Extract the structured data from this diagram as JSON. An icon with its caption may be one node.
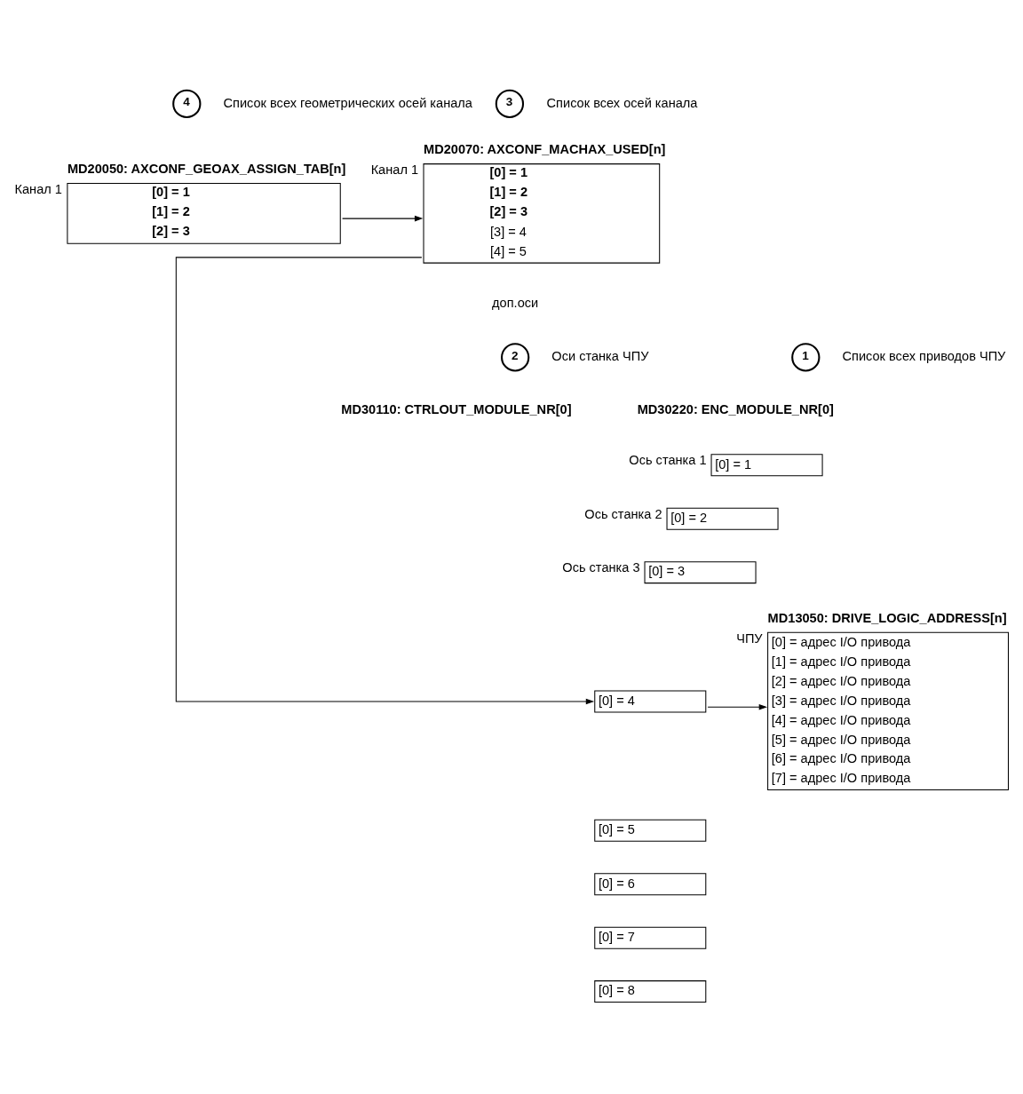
{
  "diagram": {
    "nodes": [
      {
        "text": [
          "4"
        ],
        "beside": [
          "Список всех геометрических осей канала"
        ]
      },
      {
        "text": [
          "[0] = 1",
          "[1] = 2",
          "[2] = 3"
        ],
        "beside": [
          "MD20050: AXCONF_GEOAX_ASSIGN_TAB[n]",
          "Канал 1"
        ]
      },
      {
        "text": [
          "3"
        ],
        "beside": [
          "Список всех осей канала"
        ]
      },
      {
        "text": [
          "[0] = 1",
          "[1] = 2",
          "[2] = 3",
          "[3] = 4",
          "[4] = 5"
        ],
        "beside": [
          "MD20070: AXCONF_MACHAX_USED[n]",
          "Канал 1"
        ]
      },
      {
        "text": [
          "2"
        ],
        "beside": [
          "Оси станка ЧПУ"
        ]
      },
      {
        "text": [
          "[0] = 1"
        ],
        "beside": [
          "Ось станка 1"
        ]
      },
      {
        "text": [
          "[0] = 2"
        ],
        "beside": [
          "Ось станка 2"
        ]
      },
      {
        "text": [
          "[0] = 3"
        ],
        "beside": [
          "Ось станка 3"
        ]
      },
      {
        "text": [
          "[0] = 4"
        ]
      },
      {
        "text": [
          "[0] = 5"
        ]
      },
      {
        "text": [
          "[0] = 6"
        ]
      },
      {
        "text": [
          "[0] = 7"
        ]
      },
      {
        "text": [
          "[0] = 8"
        ]
      },
      {
        "text": [
          "1"
        ],
        "beside": [
          "Список всех приводов ЧПУ"
        ]
      },
      {
        "text": [
          "[0] = адрес I/O привода",
          "[1] = адрес I/O привода",
          "[2] = адрес I/O привода",
          "[3] = адрес I/O привода",
          "[4] = адрес I/O привода",
          "[5] = адрес I/O привода",
          "[6] = адрес I/O привода",
          "[7] = адрес I/O привода"
        ],
        "beside": [
          "MD13050: DRIVE_LOGIC_ADDRESS[n]",
          "ЧПУ"
        ]
      }
    ],
    "edges": [
      {
        "from": 1,
        "to": 3,
        "arrow": "to"
      },
      {
        "from": 3,
        "to": 8,
        "arrow": "to"
      },
      {
        "from": 8,
        "to": 14,
        "arrow": "to"
      }
    ],
    "labels": [
      "доп.оси",
      "MD30110: CTRLOUT_MODULE_NR[0]",
      "MD30220: ENC_MODULE_NR[0]"
    ]
  }
}
